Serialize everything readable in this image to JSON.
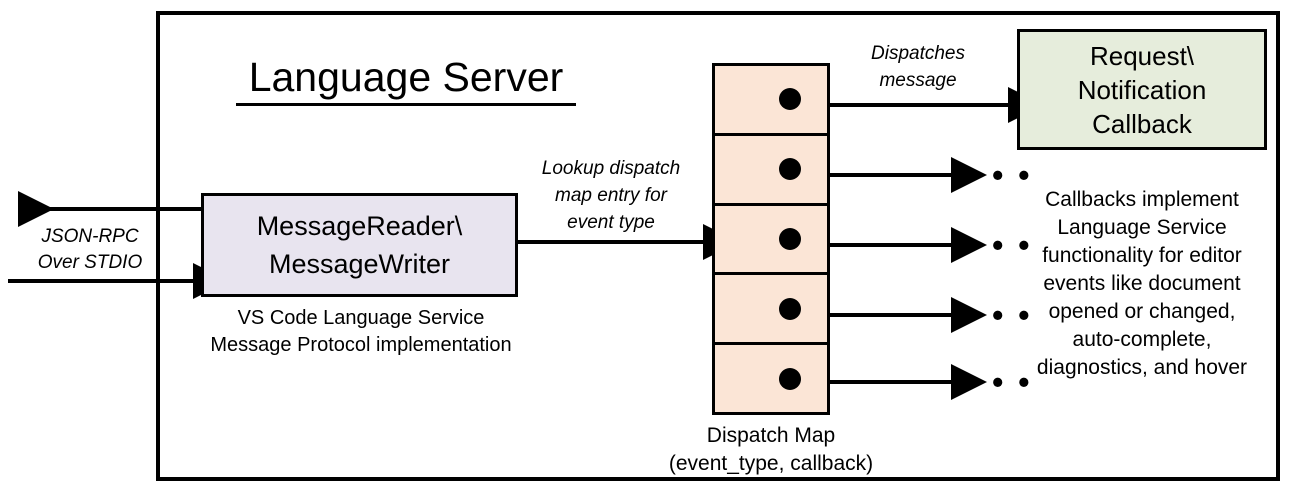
{
  "diagram": {
    "title": "Language Server",
    "boundary_name": "language-server-boundary",
    "colors": {
      "reader_fill": "#E8E4EF",
      "dispatch_fill": "#FBE5D6",
      "callback_fill": "#E6EDDC",
      "stroke": "#000000",
      "background": "#FFFFFF"
    }
  },
  "reader": {
    "line1": "MessageReader\\",
    "line2": "MessageWriter",
    "caption_line1": "VS Code Language Service",
    "caption_line2": "Message Protocol implementation"
  },
  "transport": {
    "label_line1": "JSON-RPC",
    "label_line2": "Over STDIO"
  },
  "lookup": {
    "label_line1": "Lookup dispatch",
    "label_line2": "map entry for",
    "label_line3": "event type"
  },
  "dispatch": {
    "message_label_line1": "Dispatches",
    "message_label_line2": "message",
    "caption_line1": "Dispatch Map",
    "caption_line2": "(event_type, callback)",
    "cells": [
      {
        "index": 1,
        "has_dot": true
      },
      {
        "index": 2,
        "has_dot": true
      },
      {
        "index": 3,
        "has_dot": true
      },
      {
        "index": 4,
        "has_dot": true
      },
      {
        "index": 5,
        "has_dot": true
      }
    ]
  },
  "callback": {
    "line1": "Request\\",
    "line2": "Notification",
    "line3": "Callback",
    "caption_line1": "Callbacks implement",
    "caption_line2": "Language Service",
    "caption_line3": "functionality for editor",
    "caption_line4": "events like document",
    "caption_line5": "opened or changed,",
    "caption_line6": "auto-complete,",
    "caption_line7": "diagnostics, and hover"
  },
  "ellipses": {
    "glyph": "• • •",
    "rows": [
      2,
      3,
      4,
      5
    ]
  }
}
